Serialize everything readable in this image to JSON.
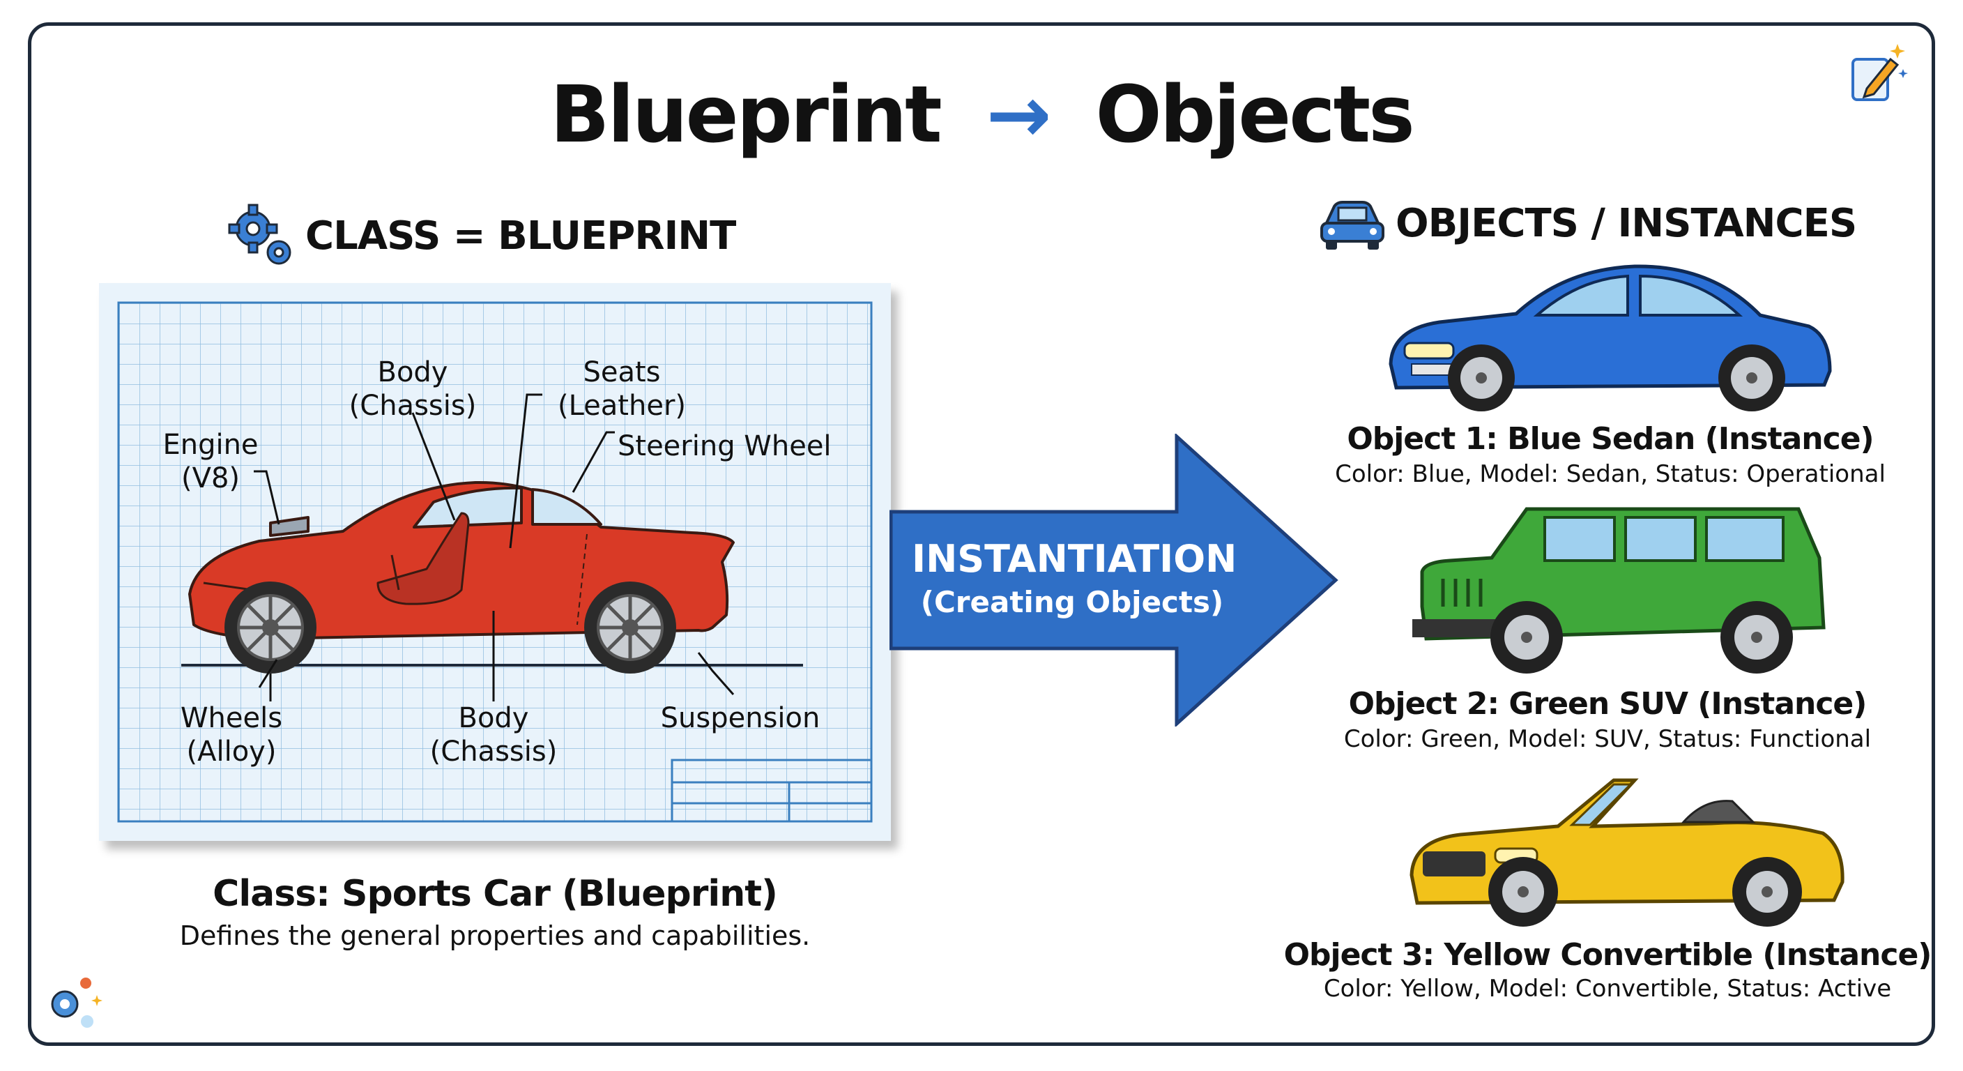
{
  "title": {
    "left": "Blueprint",
    "arrow": "→",
    "right": "Objects"
  },
  "class_heading": "CLASS = BLUEPRINT",
  "objects_heading": "OBJECTS / INSTANCES",
  "blueprint": {
    "labels": {
      "body_top_1": "Body",
      "body_top_2": "(Chassis)",
      "seats_1": "Seats",
      "seats_2": "(Leather)",
      "engine_1": "Engine",
      "engine_2": "(V8)",
      "steering": "Steering Wheel",
      "wheels_1": "Wheels",
      "wheels_2": "(Alloy)",
      "body_bottom_1": "Body",
      "body_bottom_2": "(Chassis)",
      "suspension": "Suspension"
    },
    "car_color": "#d93a26"
  },
  "class_caption": {
    "title": "Class: Sports Car (Blueprint)",
    "subtitle": "Defines the general properties and capabilities."
  },
  "instantiation": {
    "title": "INSTANTIATION",
    "subtitle": "(Creating Objects)",
    "color": "#2f6fc6"
  },
  "objects": [
    {
      "title": "Object 1: Blue Sedan (Instance)",
      "desc": "Color: Blue, Model: Sedan, Status: Operational",
      "color": "#2a6fd6",
      "icon": "sedan-icon"
    },
    {
      "title": "Object 2: Green SUV (Instance)",
      "desc": "Color: Green, Model: SUV, Status: Functional",
      "color": "#3fa83a",
      "icon": "suv-icon"
    },
    {
      "title": "Object 3: Yellow Convertible (Instance)",
      "desc": "Color: Yellow, Model: Convertible, Status: Active",
      "color": "#f2c21a",
      "icon": "convertible-icon"
    }
  ],
  "icons": {
    "class": "gears-icon",
    "objects": "car-icon",
    "corner_top": "pencil-note-icon",
    "corner_bottom": "gear-sparkle-icon"
  }
}
